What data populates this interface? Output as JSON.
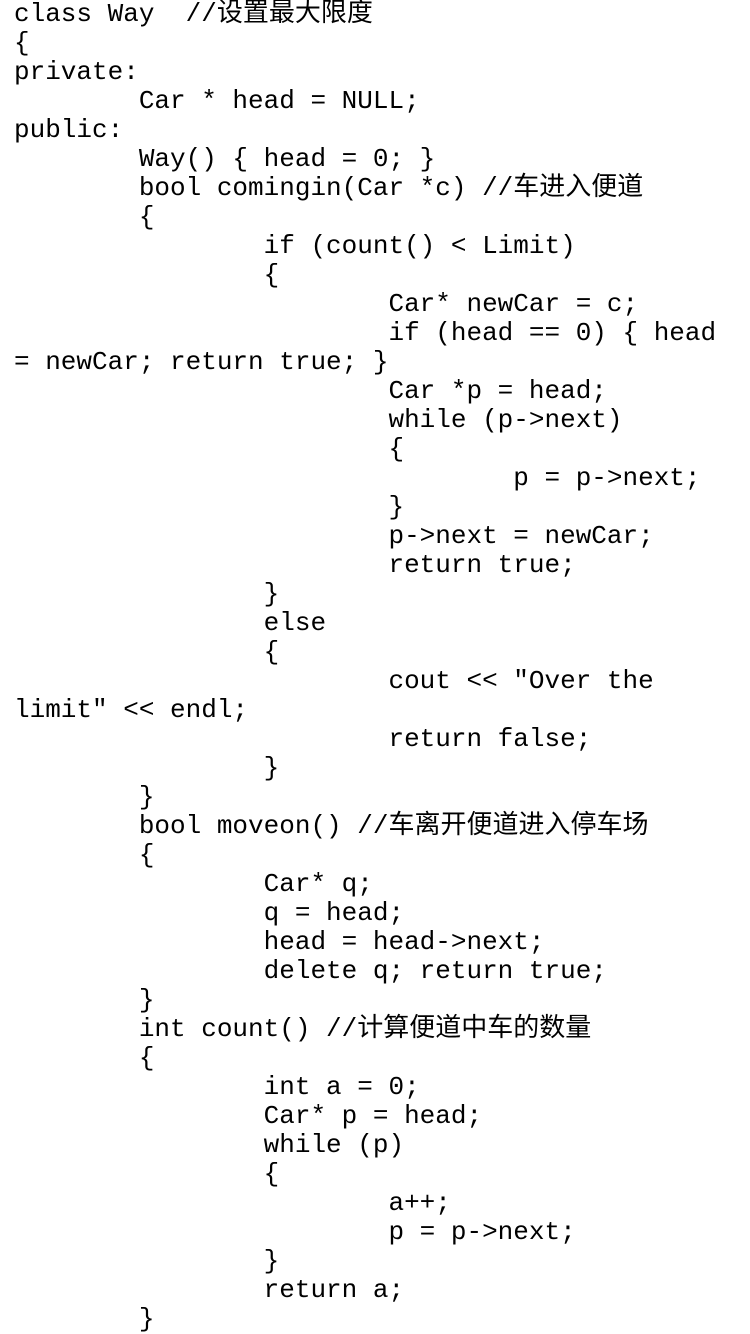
{
  "document": {
    "background": "#ffffff",
    "text_color": "#000000",
    "language": "cpp",
    "code_lines": [
      "class Way  //设置最大限度",
      "{",
      "private:",
      "        Car * head = NULL;",
      "public:",
      "        Way() { head = 0; }",
      "        bool comingin(Car *c) //车进入便道",
      "        {",
      "                if (count() < Limit)",
      "                {",
      "                        Car* newCar = c;",
      "                        if (head == 0) { head",
      "= newCar; return true; }",
      "                        Car *p = head;",
      "                        while (p->next)",
      "                        {",
      "                                p = p->next;",
      "                        }",
      "                        p->next = newCar;",
      "                        return true;",
      "                }",
      "                else",
      "                {",
      "                        cout << \"Over the",
      "limit\" << endl;",
      "                        return false;",
      "                }",
      "        }",
      "        bool moveon() //车离开便道进入停车场",
      "        {",
      "                Car* q;",
      "                q = head;",
      "                head = head->next;",
      "                delete q; return true;",
      "        }",
      "        int count() //计算便道中车的数量",
      "        {",
      "                int a = 0;",
      "                Car* p = head;",
      "                while (p)",
      "                {",
      "                        a++;",
      "                        p = p->next;",
      "                }",
      "                return a;",
      "        }"
    ]
  }
}
